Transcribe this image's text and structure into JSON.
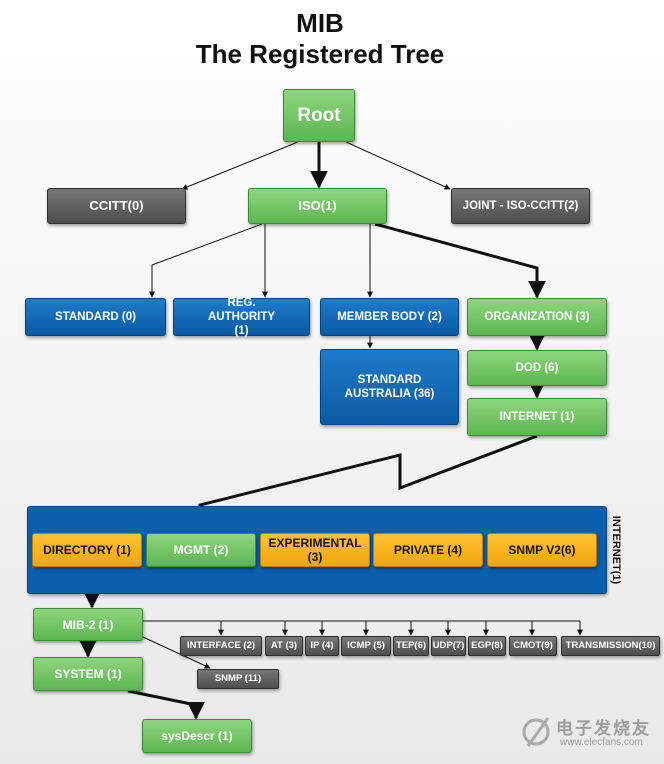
{
  "title": {
    "line1": "MIB",
    "line2": "The Registered Tree"
  },
  "nodes": {
    "root": "Root",
    "ccitt": "CCITT(0)",
    "iso": "ISO(1)",
    "joint": "JOINT - ISO-CCITT(2)",
    "standard": "STANDARD (0)",
    "reg_authority": "REG. AUTHORITY (1)",
    "member_body": "MEMBER BODY (2)",
    "organization": "ORGANIZATION (3)",
    "standard_australia": "STANDARD AUSTRALIA (36)",
    "dod": "DOD (6)",
    "internet": "INTERNET (1)",
    "directory": "DIRECTORY (1)",
    "mgmt": "MGMT (2)",
    "experimental": "EXPERIMENTAL (3)",
    "private": "PRIVATE (4)",
    "snmpv2": "SNMP V2(6)",
    "internet_side": "INTERNET(1)",
    "mib2": "MIB-2 (1)",
    "system": "SYSTEM (1)",
    "sysdescr": "sysDescr (1)",
    "snmp": "SNMP (11)",
    "interface": "INTERFACE (2)",
    "at": "AT (3)",
    "ip": "IP (4)",
    "icmp": "ICMP (5)",
    "tep": "TEP(6)",
    "udp": "UDP(7)",
    "egp": "EGP(8)",
    "cmot": "CMOT(9)",
    "transmission": "TRANSMISSION(10)"
  },
  "colors": {
    "green": "#6cc25c",
    "gray": "#5e5e5e",
    "blue": "#0b5fad",
    "orange": "#f7b11a"
  },
  "watermark": {
    "cn": "电子发烧友",
    "url": "www.elecfans.com"
  }
}
